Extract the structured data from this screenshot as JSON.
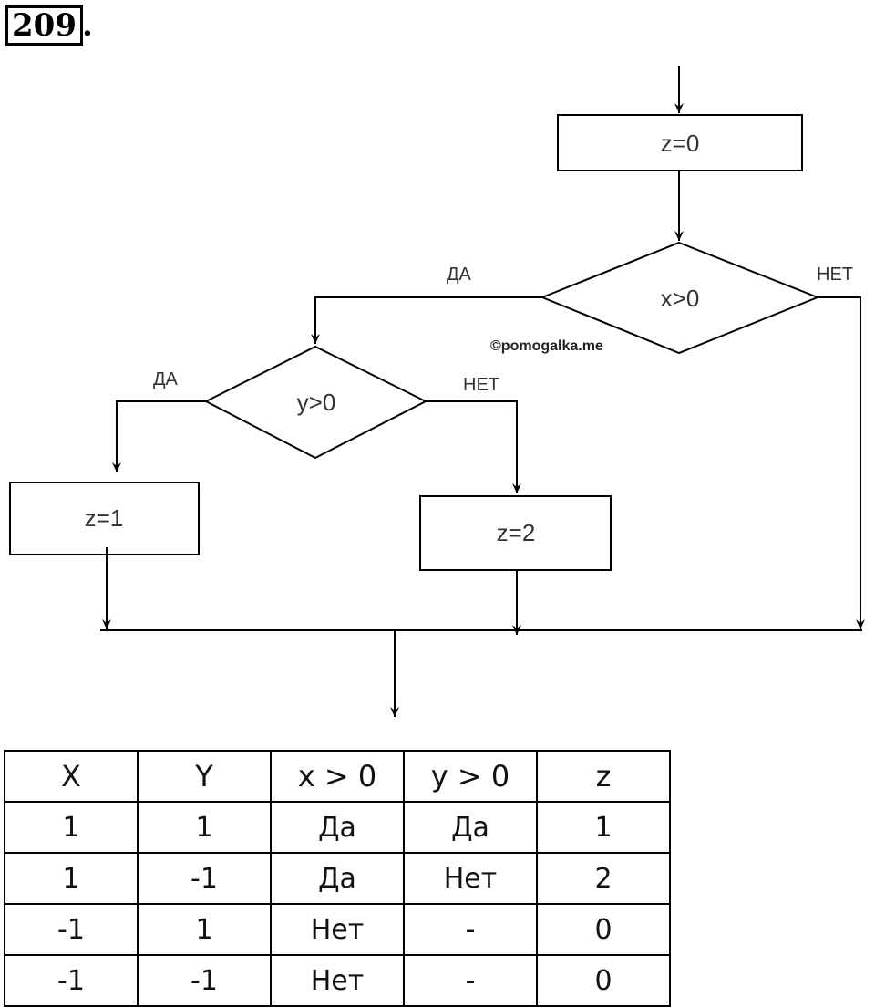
{
  "task": {
    "number": "209",
    "dot": "."
  },
  "flowchart": {
    "start_block": "z=0",
    "condition_x": "x>0",
    "condition_y": "y>0",
    "block_z1": "z=1",
    "block_z2": "z=2",
    "labels": {
      "x_yes": "ДА",
      "x_no": "НЕТ",
      "y_yes": "ДА",
      "y_no": "НЕТ"
    },
    "watermark": "©pomogalka.me"
  },
  "table": {
    "headers": [
      "X",
      "Y",
      "x > 0",
      "y > 0",
      "z"
    ],
    "rows": [
      [
        "1",
        "1",
        "Да",
        "Да",
        "1"
      ],
      [
        "1",
        "-1",
        "Да",
        "Нет",
        "2"
      ],
      [
        "-1",
        "1",
        "Нет",
        "-",
        "0"
      ],
      [
        "-1",
        "-1",
        "Нет",
        "-",
        "0"
      ]
    ]
  }
}
